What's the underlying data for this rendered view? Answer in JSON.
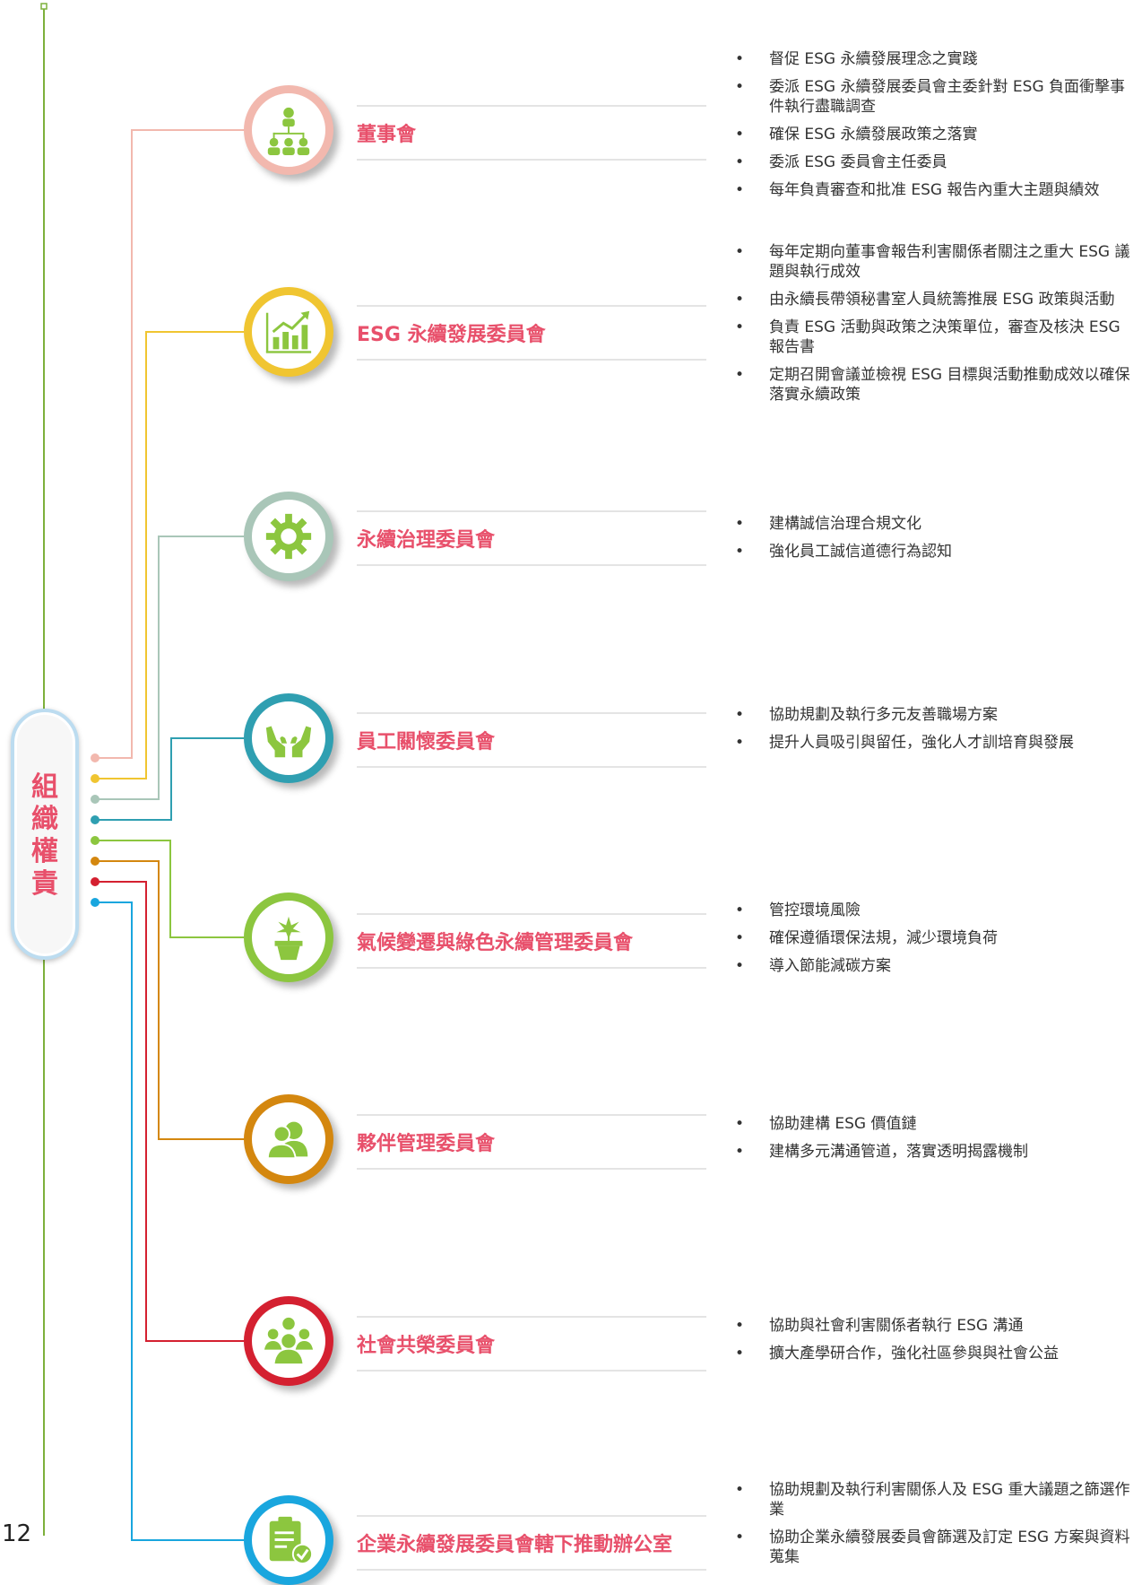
{
  "page_number": "12",
  "root": {
    "label": [
      "組",
      "織",
      "權",
      "責"
    ]
  },
  "colors": {
    "accent": "#e8506b",
    "board": "#f2b8ae",
    "esg": "#f0c531",
    "governance": "#a9c6b8",
    "employee": "#2f9fb1",
    "climate": "#8cc63f",
    "partner": "#d4870f",
    "society": "#d42030",
    "office": "#19a6de"
  },
  "committees": [
    {
      "name": "董事會",
      "icon": "org-chart-icon",
      "duties": [
        "督促 ESG 永續發展理念之實踐",
        "委派 ESG 永續發展委員會主委針對 ESG 負面衝擊事件執行盡職調查",
        "確保 ESG 永續發展政策之落實",
        "委派 ESG 委員會主任委員",
        "每年負責審查和批准 ESG 報告內重大主題與績效"
      ]
    },
    {
      "name": "ESG 永續發展委員會",
      "icon": "growth-chart-icon",
      "duties": [
        "每年定期向董事會報告利害關係者關注之重大 ESG 議題與執行成效",
        "由永續長帶領秘書室人員統籌推展 ESG 政策與活動",
        "負責 ESG 活動與政策之決策單位，審查及核決 ESG 報告書",
        "定期召開會議並檢視 ESG 目標與活動推動成效以確保落實永續政策"
      ]
    },
    {
      "name": "永續治理委員會",
      "icon": "gear-icon",
      "duties": [
        "建構誠信治理合規文化",
        "強化員工誠信道德行為認知"
      ]
    },
    {
      "name": "員工關懷委員會",
      "icon": "caring-hands-icon",
      "duties": [
        "協助規劃及執行多元友善職場方案",
        "提升人員吸引與留任，強化人才訓培育與發展"
      ]
    },
    {
      "name": "氣候變遷與綠色永續管理委員會",
      "icon": "potted-plant-icon",
      "duties": [
        "管控環境風險",
        "確保遵循環保法規，減少環境負荷",
        "導入節能減碳方案"
      ]
    },
    {
      "name": "夥伴管理委員會",
      "icon": "partners-icon",
      "duties": [
        "協助建構 ESG 價值鏈",
        "建構多元溝通管道，落實透明揭露機制"
      ]
    },
    {
      "name": "社會共榮委員會",
      "icon": "community-icon",
      "duties": [
        "協助與社會利害關係者執行 ESG 溝通",
        "擴大產學研合作，強化社區參與與社會公益"
      ]
    },
    {
      "name": "企業永續發展委員會轄下推動辦公室",
      "icon": "clipboard-check-icon",
      "duties": [
        "協助規劃及執行利害關係人及 ESG 重大議題之篩選作業",
        "協助企業永續發展委員會篩選及訂定 ESG 方案與資料蒐集"
      ]
    }
  ]
}
